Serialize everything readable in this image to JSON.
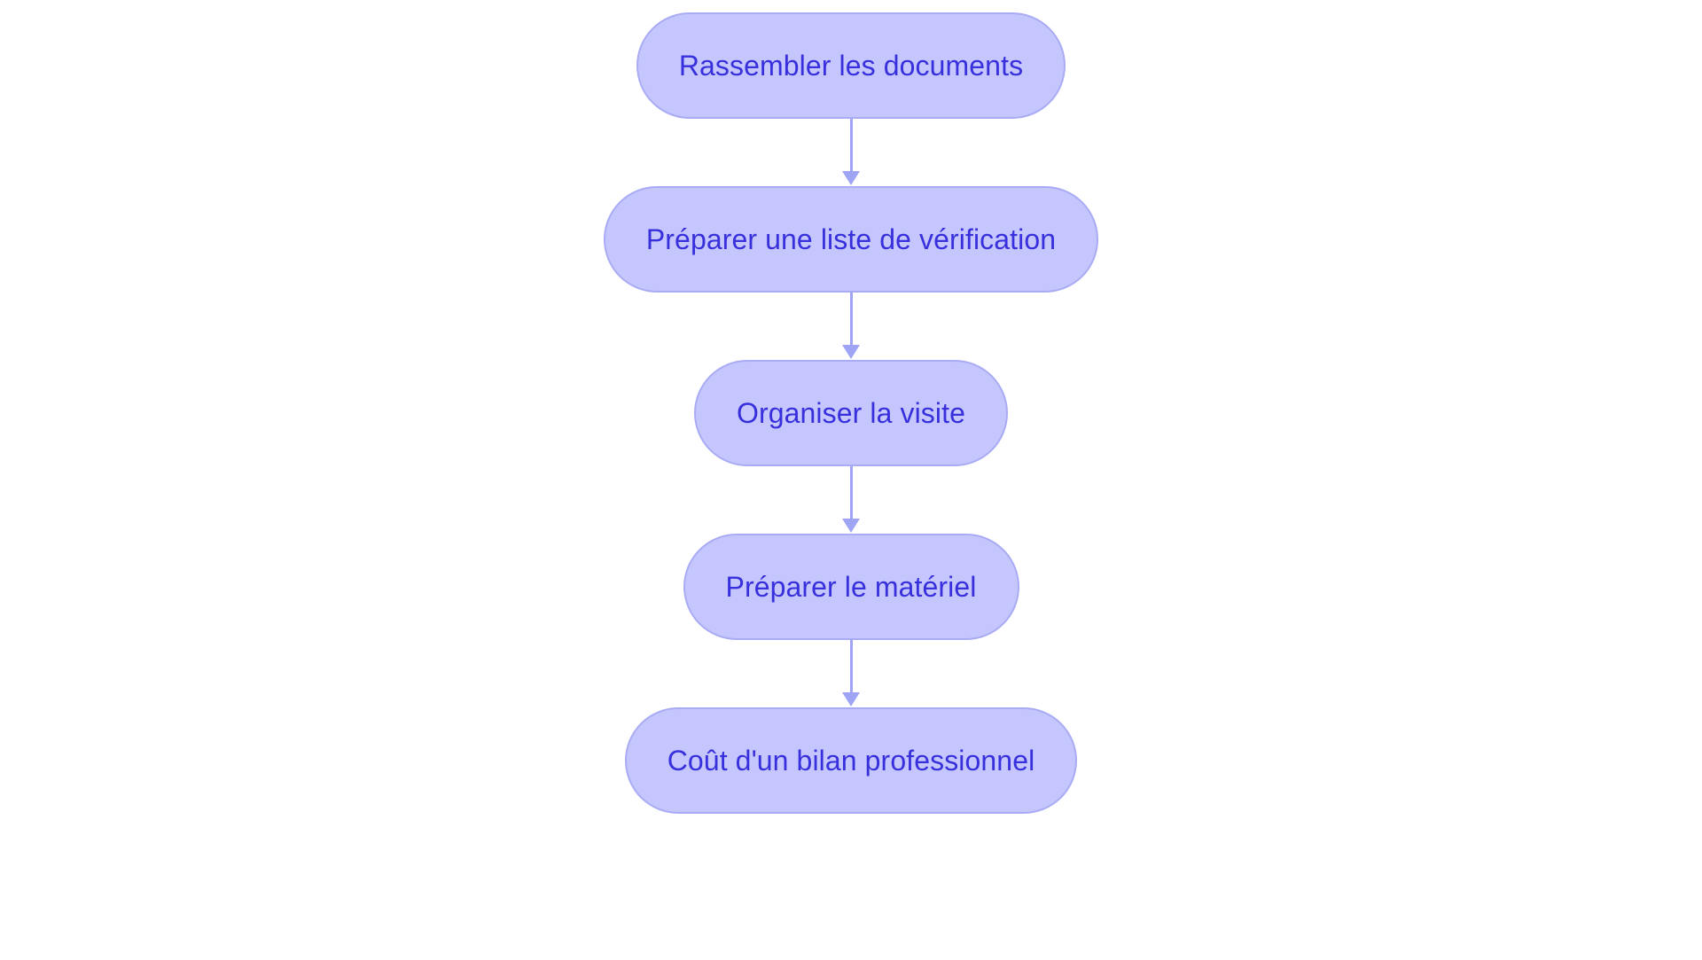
{
  "diagram": {
    "type": "flowchart",
    "orientation": "top-to-bottom",
    "background_color": "#ffffff",
    "node_fill_color": "#c5c6fd",
    "node_border_color": "#a9abf5",
    "node_text_color": "#3730dc",
    "connector_color": "#a0a4f5",
    "node_shape": "pill",
    "nodes": [
      {
        "id": "n1",
        "label": "Rassembler les documents"
      },
      {
        "id": "n2",
        "label": "Préparer une liste de vérification"
      },
      {
        "id": "n3",
        "label": "Organiser la visite"
      },
      {
        "id": "n4",
        "label": "Préparer le matériel"
      },
      {
        "id": "n5",
        "label": "Coût d'un bilan professionnel"
      }
    ],
    "edges": [
      {
        "from": "n1",
        "to": "n2",
        "arrow": "down-arrow"
      },
      {
        "from": "n2",
        "to": "n3",
        "arrow": "down-arrow"
      },
      {
        "from": "n3",
        "to": "n4",
        "arrow": "down-arrow"
      },
      {
        "from": "n4",
        "to": "n5",
        "arrow": "down-arrow"
      }
    ]
  }
}
